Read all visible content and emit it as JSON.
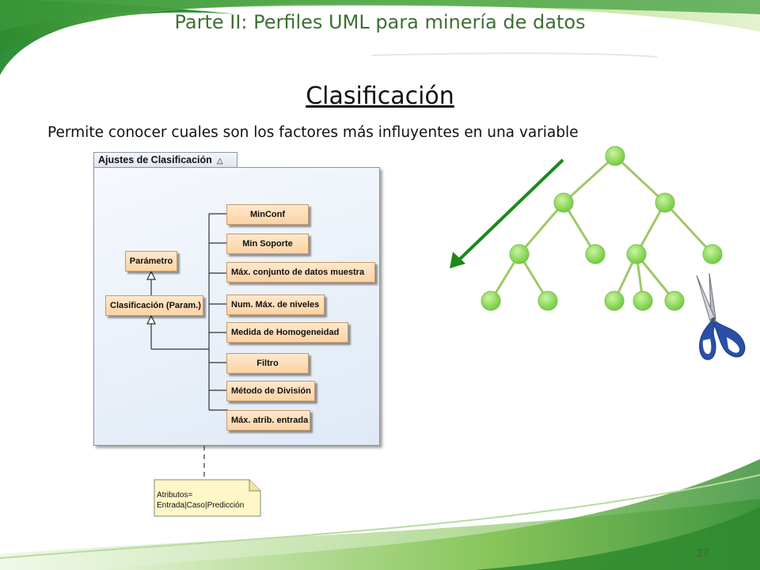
{
  "slide": {
    "title": "Parte II: Perfiles UML para minería de datos",
    "heading": "Clasificación",
    "body": "Permite conocer cuales son los factores más influyentes en una variable",
    "page_number": "27"
  },
  "diagram": {
    "package_name": "Ajustes de Clasificación",
    "parent_class": "Parámetro",
    "main_class": "Clasificación (Param.)",
    "settings": [
      "MinConf",
      "Min Soporte",
      "Máx. conjunto de datos muestra",
      "Num. Máx. de niveles",
      "Medida de Homogeneidad",
      "Filtro",
      "Método de División",
      "Máx. atrib. entrada"
    ],
    "note_line1": "Atributos=",
    "note_line2": "Entrada|Caso|Predicción"
  },
  "colors": {
    "title_green": "#3f6f33",
    "node_green": "#8fdc5a",
    "edge_green": "#9fc86a",
    "arrow_green": "#1a8a1a",
    "uml_fill": "#fbd3a4",
    "package_fill": "#dfe9f6"
  },
  "icons": [
    "scissors-icon",
    "pruning-arrow-icon"
  ]
}
